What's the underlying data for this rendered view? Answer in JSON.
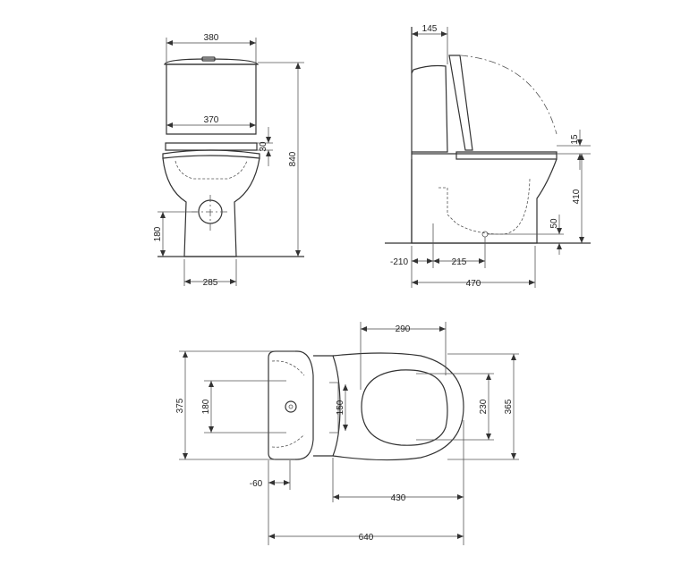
{
  "front_view": {
    "top_width": "380",
    "cistern_width": "370",
    "lid_gap": "30",
    "total_height": "840",
    "outlet_height": "180",
    "base_width": "285"
  },
  "side_view": {
    "cistern_offset": "145",
    "seat_thickness": "15",
    "seat_height": "410",
    "outlet_center": "50",
    "wall_offset": "-210",
    "pan_offset": "215",
    "total_depth": "470"
  },
  "plan_view": {
    "seat_width": "290",
    "overall_width": "375",
    "fixing_spacing": "180",
    "inlet_spacing": "150",
    "bowl_width": "230",
    "pan_width": "365",
    "back_offset": "-60",
    "pan_length": "430",
    "total_length": "640"
  }
}
